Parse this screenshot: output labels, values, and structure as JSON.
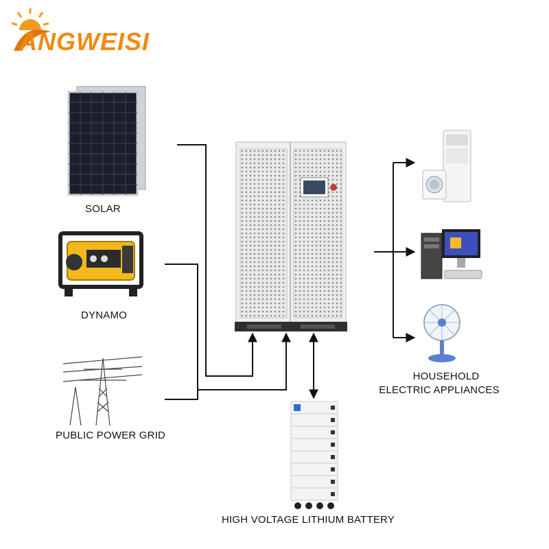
{
  "brand": {
    "logo_text": "ANGWEISI",
    "accent_color": "#f39a1c"
  },
  "diagram": {
    "sources": [
      {
        "id": "solar",
        "label": "SOLAR",
        "icon": "solar-panel-icon"
      },
      {
        "id": "dynamo",
        "label": "DYNAMO",
        "icon": "generator-icon"
      },
      {
        "id": "grid",
        "label": "PUBLIC POWER GRID",
        "icon": "power-tower-icon"
      }
    ],
    "hub": {
      "icon": "inverter-cabinet-icon"
    },
    "storage": {
      "label": "HIGH VOLTAGE LITHIUM BATTERY",
      "icon": "battery-stack-icon"
    },
    "loads": {
      "label_line1": "HOUSEHOLD",
      "label_line2": "ELECTRIC APPLIANCES",
      "items": [
        {
          "icon": "air-conditioner-icon"
        },
        {
          "icon": "desktop-computer-icon"
        },
        {
          "icon": "electric-fan-icon"
        }
      ]
    },
    "colors": {
      "line": "#111111",
      "cabinet": "#eeeeee",
      "screen": "#c43a3a"
    }
  }
}
